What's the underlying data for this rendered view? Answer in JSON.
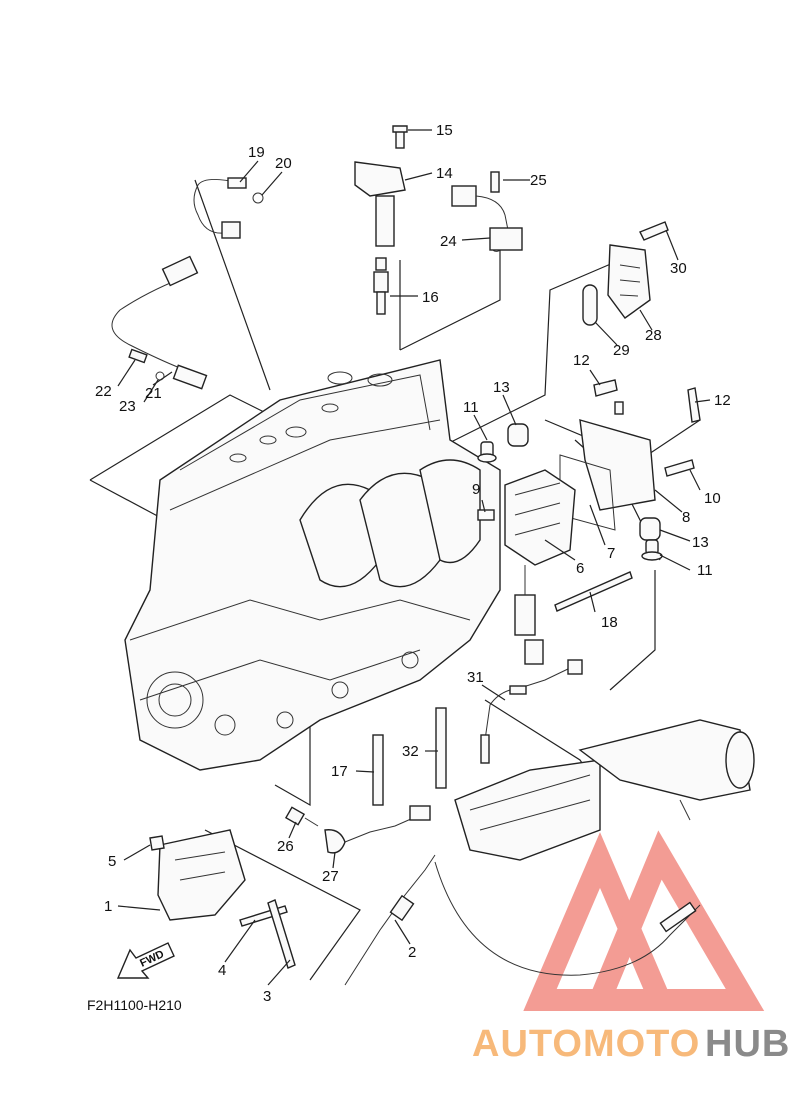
{
  "diagram": {
    "code": "F2H1100-H210",
    "fwd_label": "FWD",
    "callouts": [
      "1",
      "2",
      "3",
      "4",
      "5",
      "6",
      "7",
      "8",
      "9",
      "10",
      "11",
      "12",
      "13",
      "14",
      "15",
      "16",
      "17",
      "18",
      "19",
      "20",
      "21",
      "22",
      "23",
      "24",
      "25",
      "26",
      "27",
      "28",
      "29",
      "30",
      "31",
      "32"
    ],
    "callouts_dup": {
      "c11b": "11",
      "c12b": "12",
      "c13b": "13"
    }
  },
  "watermark": {
    "part1": "AUTOMOTO",
    "part2": "HUB",
    "color1": "#f7b97a",
    "color2": "#8a8a8a",
    "logo_color": "#f28b82"
  }
}
